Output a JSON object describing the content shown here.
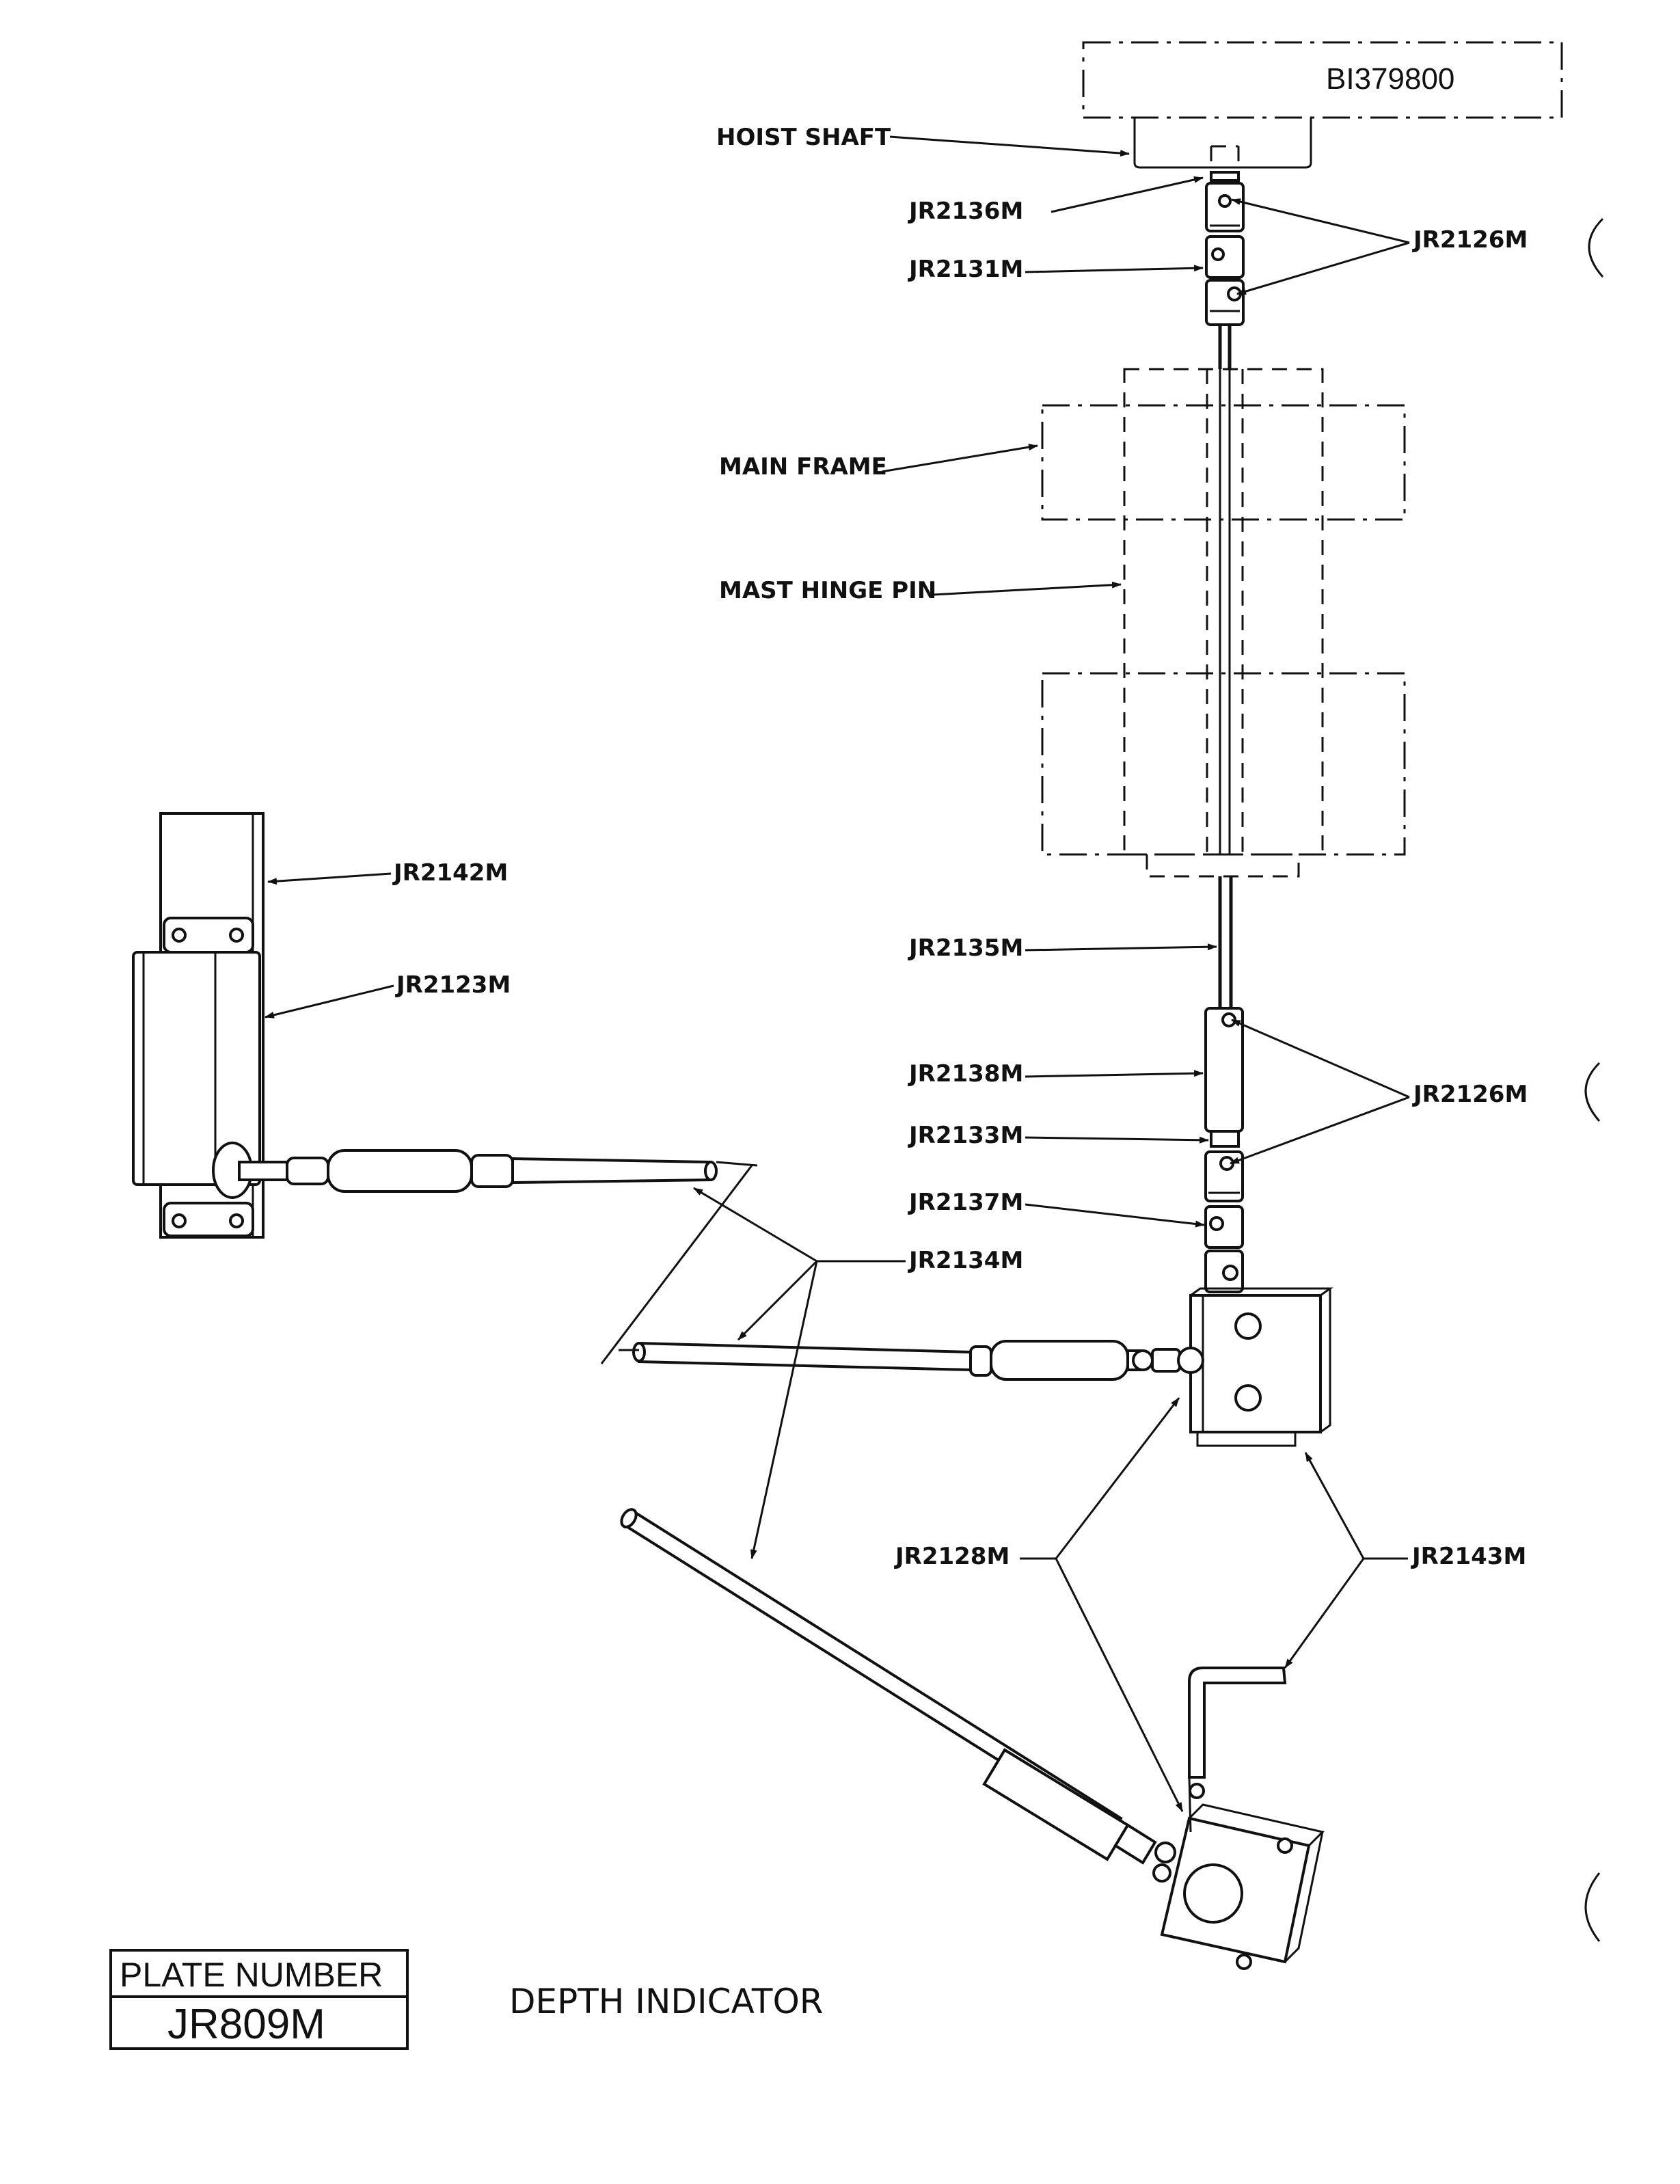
{
  "document_id": "BI379800",
  "title": "DEPTH INDICATOR",
  "plate": {
    "header": "PLATE NUMBER",
    "number": "JR809M"
  },
  "labels": {
    "hoist_shaft": "HOIST SHAFT",
    "main_frame": "MAIN FRAME",
    "mast_hinge_pin": "MAST HINGE PIN",
    "jr2136m": "JR2136M",
    "jr2131m": "JR2131M",
    "jr2126m_top": "JR2126M",
    "jr2142m": "JR2142M",
    "jr2123m": "JR2123M",
    "jr2135m": "JR2135M",
    "jr2138m": "JR2138M",
    "jr2126m_mid": "JR2126M",
    "jr2133m": "JR2133M",
    "jr2137m": "JR2137M",
    "jr2134m": "JR2134M",
    "jr2128m": "JR2128M",
    "jr2143m": "JR2143M"
  }
}
